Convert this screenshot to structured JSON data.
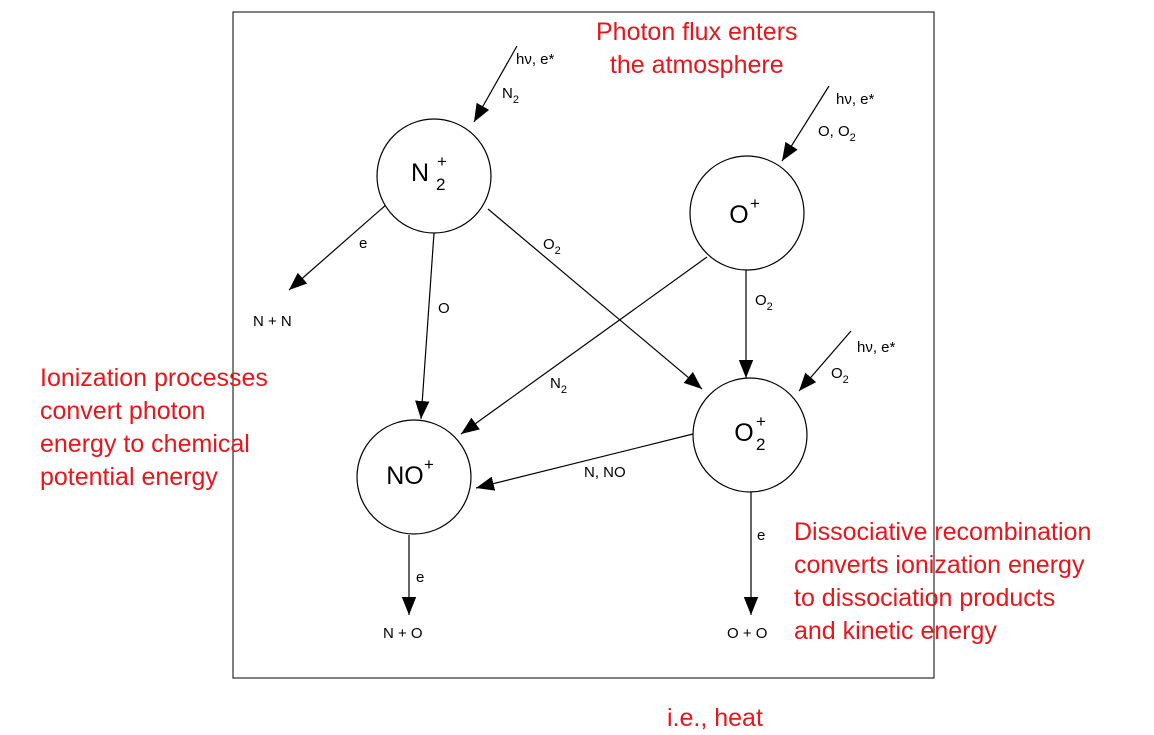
{
  "colors": {
    "line": "#000000",
    "annotation": "#e8151b"
  },
  "ions": {
    "n2p": {
      "base": "N",
      "sub": "2",
      "sup": "+"
    },
    "op": {
      "base": "O",
      "sub": "",
      "sup": "+"
    },
    "nop": {
      "base": "NO",
      "sub": "",
      "sup": "+"
    },
    "o2p": {
      "base": "O",
      "sub": "2",
      "sup": "+"
    }
  },
  "reactions": {
    "n2_source": {
      "top": "hν, e*",
      "reactant_base": "N",
      "reactant_sub": "2"
    },
    "o_source": {
      "top": "hν, e*",
      "reactant_text": "O, O",
      "reactant_sub": "2"
    },
    "o2_source": {
      "top": "hν, e*",
      "reactant_base": "O",
      "reactant_sub": "2"
    },
    "n2p_to_nn": {
      "reactant": "e",
      "product": "N + N"
    },
    "n2p_to_nop": {
      "reactant": "O"
    },
    "n2p_to_o2p": {
      "reactant_base": "O",
      "reactant_sub": "2"
    },
    "op_to_nop": {
      "reactant_base": "N",
      "reactant_sub": "2"
    },
    "op_to_o2p": {
      "reactant_base": "O",
      "reactant_sub": "2"
    },
    "o2p_to_nop": {
      "reactant": "N, NO"
    },
    "nop_to_no": {
      "reactant": "e",
      "product": "N + O"
    },
    "o2p_to_oo": {
      "reactant": "e",
      "product": "O + O"
    }
  },
  "annotations": {
    "photon_flux": "Photon flux enters\nthe atmosphere",
    "ionization": "Ionization processes\nconvert photon\nenergy to chemical\npotential energy",
    "dissociative": "Dissociative recombination\nconverts ionization energy\nto dissociation products\nand kinetic energy",
    "heat": "i.e., heat"
  }
}
